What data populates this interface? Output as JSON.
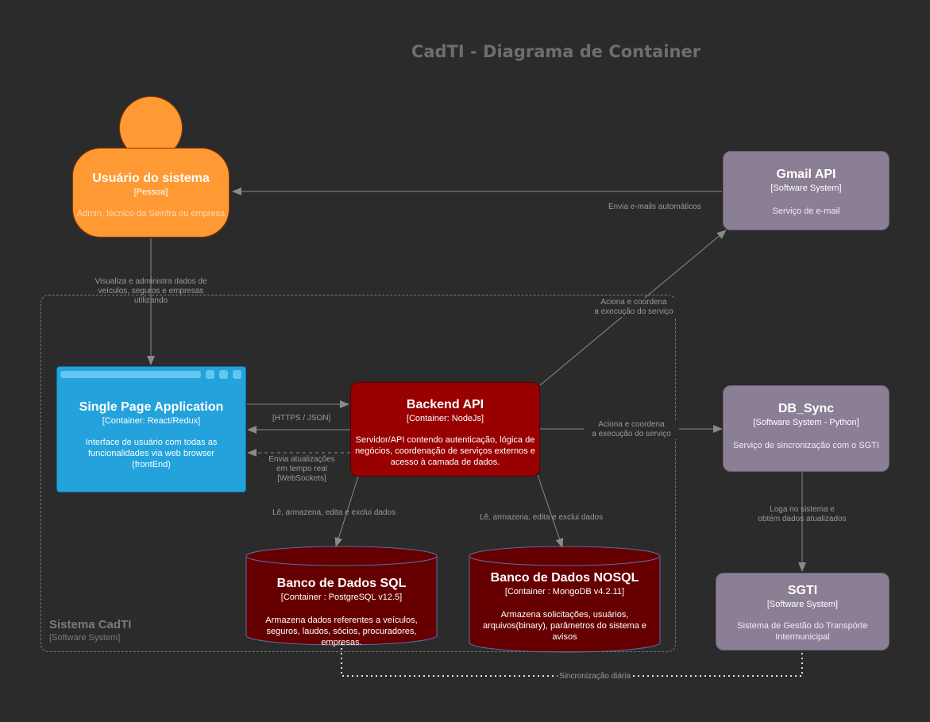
{
  "title": "CadTI - Diagrama de Container",
  "colors": {
    "background": "#2b2b2b",
    "person": "#ff9933",
    "spa": "#23a2dc",
    "backend": "#990000",
    "database": "#660000",
    "external": "#8b7f96",
    "line": "#8a8a8a"
  },
  "boundary": {
    "name": "Sistema CadTI",
    "type": "[Software System]"
  },
  "person": {
    "title": "Usuário do sistema",
    "type": "[Pessoa]",
    "description": "Admin, técnico da Seinfra ou empresa"
  },
  "spa": {
    "title": "Single Page Application",
    "type": "[Container: React/Redux]",
    "description": "Interface de usuário com todas as funcionalidades via web browser (frontEnd)"
  },
  "backend": {
    "title": "Backend API",
    "type": "[Container: NodeJs]",
    "description": "Servidor/API contendo autenticação, lógica de negócios, coordenação de serviços externos e acesso à camada de dados."
  },
  "db_sql": {
    "title": "Banco de Dados SQL",
    "type": "[Container : PostgreSQL v12.5]",
    "description": "Armazena dados referentes a veículos, seguros, laudos, sócios, procuradores, empresas."
  },
  "db_nosql": {
    "title": "Banco de Dados NOSQL",
    "type": "[Container : MongoDB v4.2.11]",
    "description": "Armazena solicitações, usuários, arquivos(binary), parâmetros do sistema e avisos"
  },
  "gmail": {
    "title": "Gmail API",
    "type": "[Software System]",
    "description": "Serviço de e-mail"
  },
  "dbsync": {
    "title": "DB_Sync",
    "type": "[Software System - Python]",
    "description": "Serviço de sincronização com o SGTI"
  },
  "sgti": {
    "title": "SGTI",
    "type": "[Software System]",
    "description": "Sistema de Gestão do Transpórte Intermunicipal"
  },
  "relations": {
    "user_spa": [
      "Visualiza e administra dados de",
      "veículos, seguros e empresas",
      "utilizando"
    ],
    "spa_backend": "[HTTPS / JSON]",
    "backend_spa": [
      "Envia atualizações",
      "em tempo real",
      "[WebSockets]"
    ],
    "backend_gmail": [
      "Aciona e coordena",
      "a execução do serviço"
    ],
    "backend_dbsync": [
      "Aciona e coordena",
      "a execução do serviço"
    ],
    "gmail_user": "Envia e-mails automáticos",
    "backend_sql": "Lê, armazena, edita e exclui dados",
    "backend_nosql": "Lê, armazena, edita e exclui dados",
    "dbsync_sgti": [
      "Loga no sistema e",
      "obtém dados atualizados"
    ],
    "sync": "Sincronização diária"
  }
}
